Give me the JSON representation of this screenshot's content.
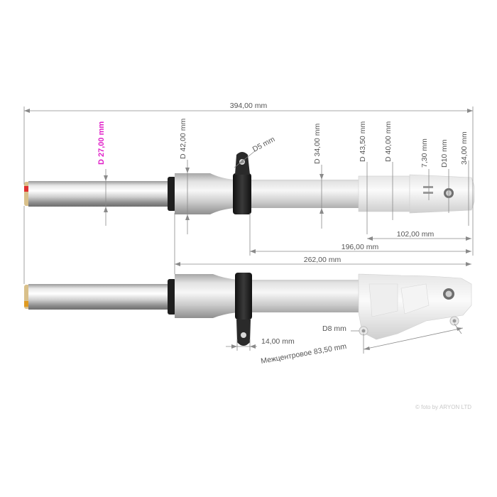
{
  "dimensions": {
    "total_length": "394,00 mm",
    "d27": "D 27,00 mm",
    "d42": "D 42,00 mm",
    "d5": "D5 mm",
    "d34": "D 34,00 mm",
    "d43_5": "D 43,50 mm",
    "d40": "D 40,00 mm",
    "h7_30": "7,30 mm",
    "d10": "D10 mm",
    "w34": "34,00 mm",
    "l102": "102,00 mm",
    "l196": "196,00 mm",
    "l262": "262,00 mm",
    "d8": "D8 mm",
    "l14": "14,00 mm",
    "center_distance": "Межцентровое 83,50 mm"
  },
  "credit": "© foto by ARYON LTD",
  "colors": {
    "accent": "#e020c8",
    "dimension_line": "#8a8a8a",
    "dimension_text": "#555555",
    "metal_light": "#f2f2f2",
    "metal_dark": "#a8a8a8",
    "clamp": "#2a2a2a"
  }
}
